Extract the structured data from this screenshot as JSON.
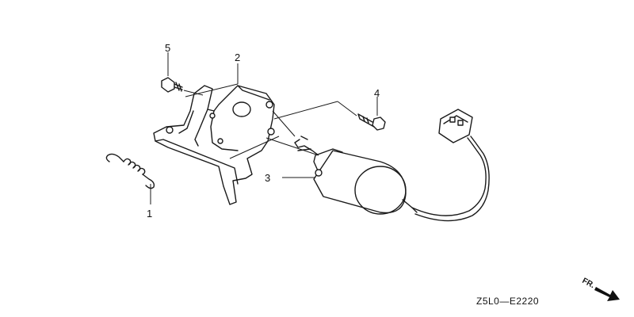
{
  "callouts": [
    {
      "id": "1",
      "label": "1",
      "part": "spring"
    },
    {
      "id": "2",
      "label": "2",
      "part": "bracket"
    },
    {
      "id": "3",
      "label": "3",
      "part": "solenoid"
    },
    {
      "id": "4",
      "label": "4",
      "part": "bolt"
    },
    {
      "id": "5",
      "label": "5",
      "part": "screw"
    }
  ],
  "diagram_code": "Z5L0—E2220",
  "front_indicator": "FR.",
  "colors": {
    "line": "#1a1a1a",
    "background": "#ffffff"
  }
}
